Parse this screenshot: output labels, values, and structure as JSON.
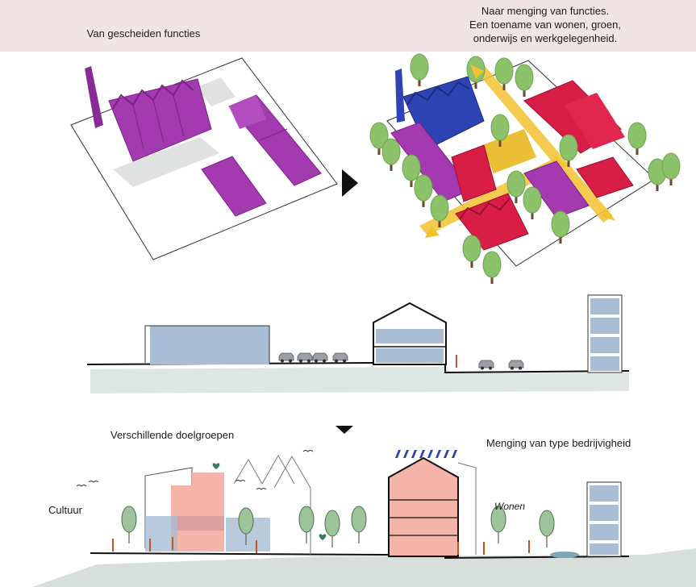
{
  "captions": {
    "before_title": "Van gescheiden functies",
    "after_title_lines": [
      "Naar menging van functies.",
      "Een toename van wonen, groen,",
      "onderwijs en werkgelegenheid."
    ]
  },
  "section_labels": {
    "target_groups": "Verschillende doelgroepen",
    "business_mix": "Menging van type bedrijvigheid",
    "culture": "Cultuur",
    "housing": "Wonen"
  },
  "colors": {
    "background": "#f2e3e5",
    "panel": "#ffffff",
    "industry_purple": "#a43ab0",
    "residential_red": "#d81e46",
    "office_blue": "#2e43b4",
    "tree_green": "#8cc26a",
    "path_yellow": "#f2c230",
    "facade_blue": "#a9bdd4",
    "facade_pink": "#f4b4a8"
  },
  "icons": {
    "arrow_right": "black-triangle-right-icon",
    "arrow_down": "black-triangle-down-icon"
  }
}
